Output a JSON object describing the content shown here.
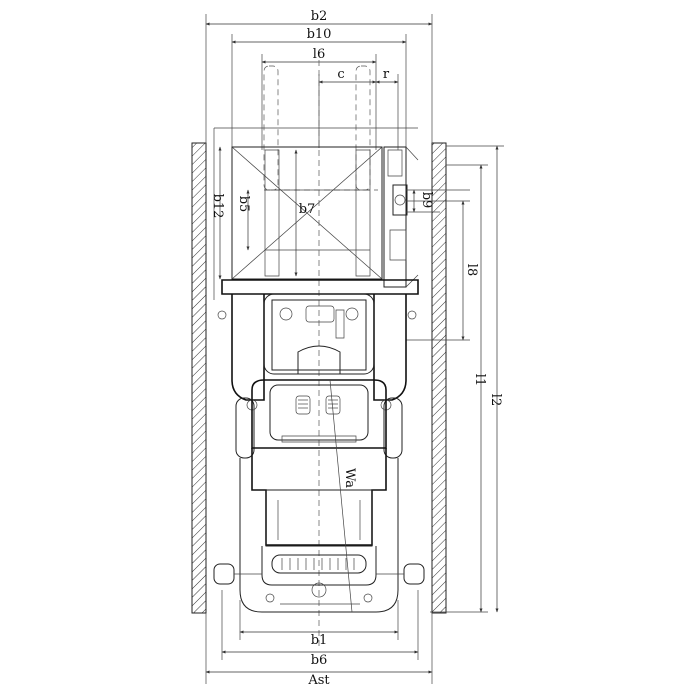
{
  "labels": {
    "b2": "b2",
    "b10": "b10",
    "l6": "l6",
    "c": "c",
    "r": "r",
    "b12": "b12",
    "b5": "b5",
    "b7": "b7",
    "b9": "b9",
    "l8": "l8",
    "l1": "l1",
    "l2": "l2",
    "Wa": "Wa",
    "b1": "b1",
    "b6": "b6",
    "Ast": "Ast"
  }
}
